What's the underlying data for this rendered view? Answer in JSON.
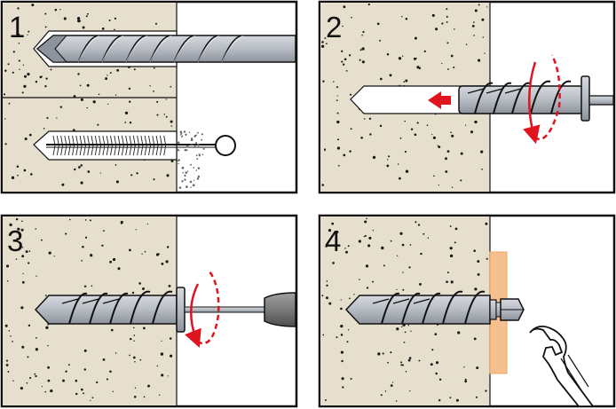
{
  "panels": [
    {
      "step": "1"
    },
    {
      "step": "2"
    },
    {
      "step": "3"
    },
    {
      "step": "4"
    }
  ],
  "colors": {
    "concrete": "#e7dfcd",
    "metal": "#b7bcc4",
    "metal_dark": "#8d939c",
    "outline": "#111111",
    "arrow_red": "#e0141e",
    "wood": "#f6c08e",
    "handle": "#7a7a7a"
  },
  "icons": [
    "drill-bit-icon",
    "cleaning-brush-icon",
    "anchor-icon",
    "rotation-arrow-icon",
    "push-arrow-icon",
    "screwdriver-icon",
    "wrench-icon",
    "hex-bolt-icon"
  ]
}
